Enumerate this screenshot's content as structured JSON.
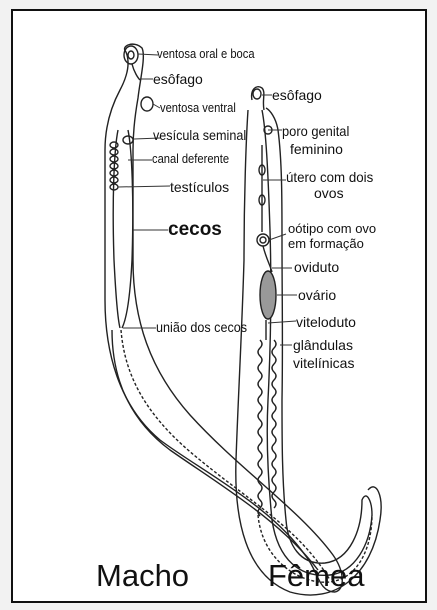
{
  "male": {
    "caption": "Macho",
    "labels": {
      "oral_sucker_mouth": "ventosa oral e boca",
      "esophagus": "esôfago",
      "ventral_sucker": "ventosa ventral",
      "seminal_vesicle": "vesícula seminal",
      "vas_deferens": "canal deferente",
      "testes": "testículos",
      "ceca": "cecos",
      "cecal_union": "união dos cecos"
    }
  },
  "female": {
    "caption": "Fêmea",
    "labels": {
      "esophagus": "esôfago",
      "genital_pore_line1": "poro genital",
      "genital_pore_line2": "feminino",
      "uterus_line1": "útero com dois",
      "uterus_line2": "ovos",
      "ootype_line1": "oótipo com ovo",
      "ootype_line2": "em formação",
      "oviduct": "oviduto",
      "ovary": "ovário",
      "vitelloduct": "viteloduto",
      "glands_line1": "glândulas",
      "glands_line2": "vitelínicas"
    }
  }
}
